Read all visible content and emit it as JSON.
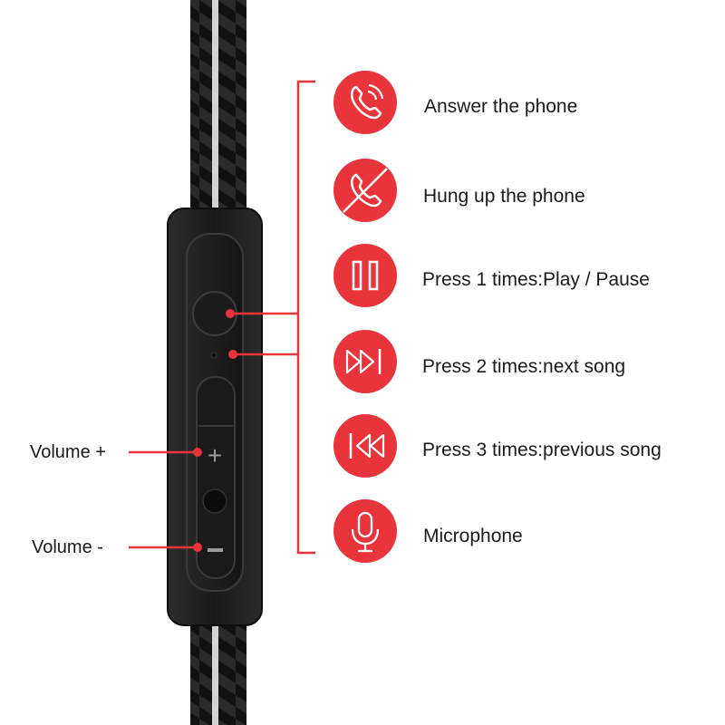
{
  "colors": {
    "accent": "#e8343a",
    "remote_body": "#1f1f1f",
    "cable": "#222222",
    "text": "#1a1a1a"
  },
  "features": [
    {
      "icon": "phone-answer-icon",
      "label": "Answer the phone"
    },
    {
      "icon": "phone-hangup-icon",
      "label": "Hung up the phone"
    },
    {
      "icon": "pause-icon",
      "label": "Press 1 times:Play / Pause"
    },
    {
      "icon": "next-track-icon",
      "label": "Press 2 times:next song"
    },
    {
      "icon": "previous-track-icon",
      "label": "Press 3 times:previous song"
    },
    {
      "icon": "microphone-icon",
      "label": "Microphone"
    }
  ],
  "volume": {
    "up_label": "Volume +",
    "down_label": "Volume -"
  }
}
